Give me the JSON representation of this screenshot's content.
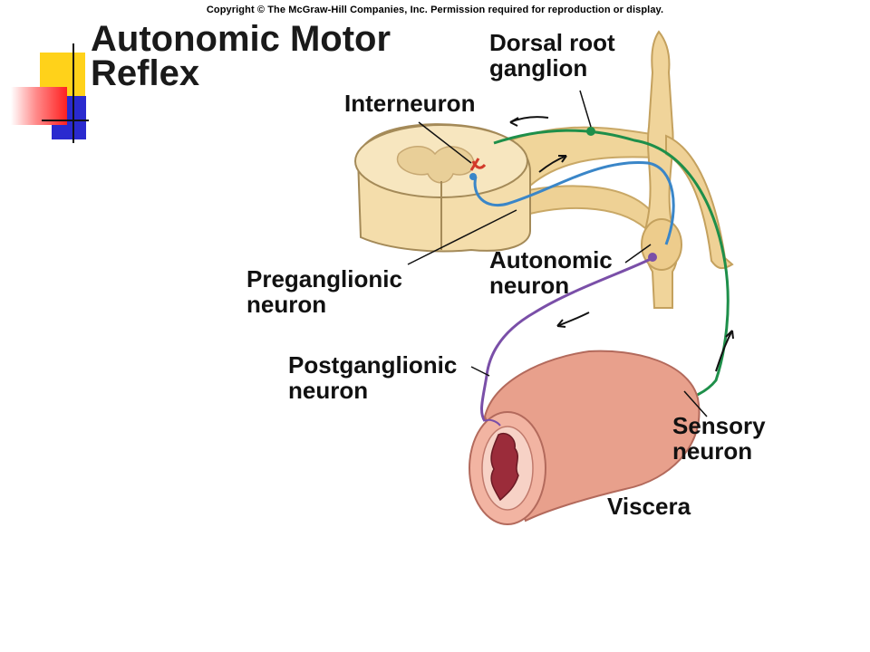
{
  "copyright": "Copyright © The McGraw-Hill Companies, Inc. Permission required for reproduction or display.",
  "title": {
    "line1": "Autonomic Motor",
    "line2": "Reflex"
  },
  "labels": {
    "dorsal_root_ganglion": {
      "line1": "Dorsal root",
      "line2": "ganglion"
    },
    "interneuron": "Interneuron",
    "preganglionic": {
      "line1": "Preganglionic",
      "line2": "neuron"
    },
    "autonomic": {
      "line1": "Autonomic",
      "line2": "neuron"
    },
    "postganglionic": {
      "line1": "Postganglionic",
      "line2": "neuron"
    },
    "sensory": {
      "line1": "Sensory",
      "line2": "neuron"
    },
    "viscera": "Viscera"
  },
  "colors": {
    "sensory_neuron": "#1e8f4a",
    "preganglionic_neuron": "#3a86c8",
    "postganglionic_neuron": "#7a4fa8",
    "interneuron": "#d23a2a",
    "nerve_tissue": "#f1d9a0",
    "viscera": "#e59a88"
  }
}
